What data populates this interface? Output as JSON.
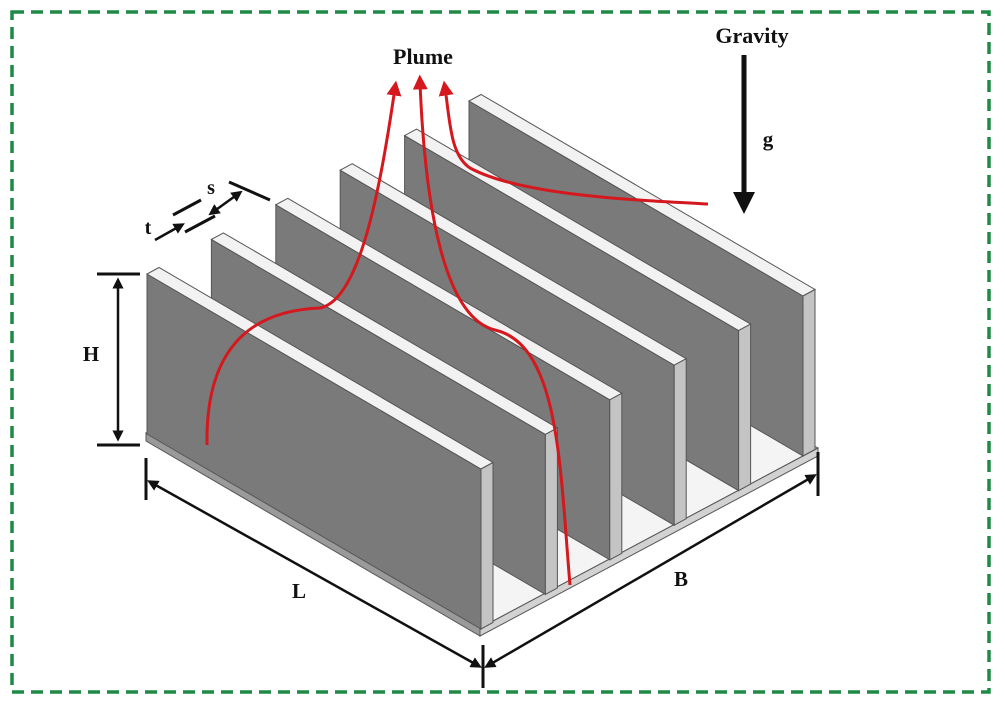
{
  "labels": {
    "plume": "Plume",
    "gravity": "Gravity",
    "g": "g",
    "s": "s",
    "t": "t",
    "H": "H",
    "L": "L",
    "B": "B"
  },
  "colors": {
    "border": "#1e8a45",
    "fin_face": "#7a7a7a",
    "fin_top": "#f2f2f2",
    "fin_side": "#c4c4c4",
    "base_top": "#f4f4f4",
    "base_front": "#9a9a9a",
    "base_side": "#d2d2d2",
    "plume": "#d4181e",
    "ink": "#111111"
  },
  "icons": {
    "flow": "plume-flow-arrow",
    "gravity": "gravity-arrow"
  }
}
